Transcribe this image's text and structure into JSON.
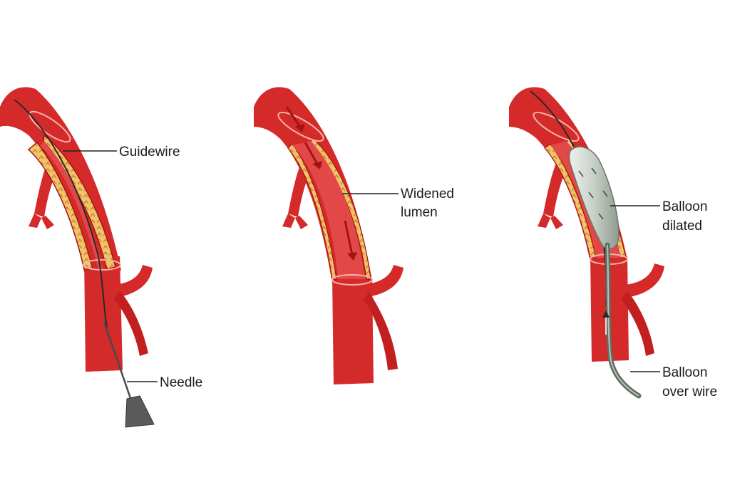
{
  "palette": {
    "vessel": "#d42a2a",
    "vessel_shade": "#a51414",
    "lumen": "#e24848",
    "highlight": "#f6b3a8",
    "plaque": "#f2c36a",
    "plaque_dot": "#b9781f",
    "balloon": "#cfd8cf",
    "wire": "#2a2a2a",
    "needle_hub": "#5a5a5a",
    "leader": "#222222"
  },
  "panels": [
    {
      "id": "panel-guidewire",
      "labels": [
        {
          "name": "label-guidewire",
          "lines": [
            "Guidewire"
          ]
        },
        {
          "name": "label-needle",
          "lines": [
            "Needle"
          ]
        }
      ]
    },
    {
      "id": "panel-widened-lumen",
      "labels": [
        {
          "name": "label-widened-lumen",
          "lines": [
            "Widened",
            "lumen"
          ]
        }
      ]
    },
    {
      "id": "panel-balloon",
      "labels": [
        {
          "name": "label-balloon-dilated",
          "lines": [
            "Balloon",
            "dilated"
          ]
        },
        {
          "name": "label-balloon-over-wire",
          "lines": [
            "Balloon",
            "over wire"
          ]
        }
      ]
    }
  ]
}
